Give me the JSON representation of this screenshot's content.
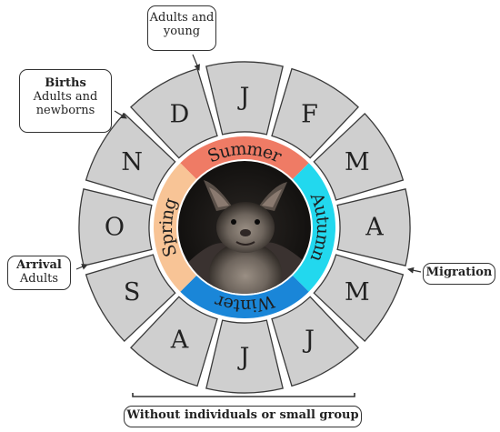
{
  "months": [
    "J",
    "F",
    "M",
    "A",
    "M",
    "J",
    "J",
    "A",
    "S",
    "O",
    "N",
    "D"
  ],
  "seasons": [
    "Summer",
    "Autumn",
    "Winter",
    "Spring"
  ],
  "colors": {
    "segment_fill": "#cfcfcf",
    "segment_stroke": "#3a3a3a",
    "summer": "#ef7b65",
    "autumn": "#22d8ee",
    "winter": "#1a86d8",
    "spring": "#f8c496",
    "center": "#141414"
  },
  "callouts": {
    "top": {
      "line1": "Adults and",
      "line2": "young"
    },
    "births": {
      "title": "Births",
      "line1": "Adults and",
      "line2": "newborns"
    },
    "arrival": {
      "title": "Arrival",
      "line1": "Adults"
    },
    "migration": {
      "title": "Migration"
    },
    "bottom": {
      "label": "Without individuals or small group"
    }
  },
  "photo": {
    "icon": "bat-photo"
  }
}
